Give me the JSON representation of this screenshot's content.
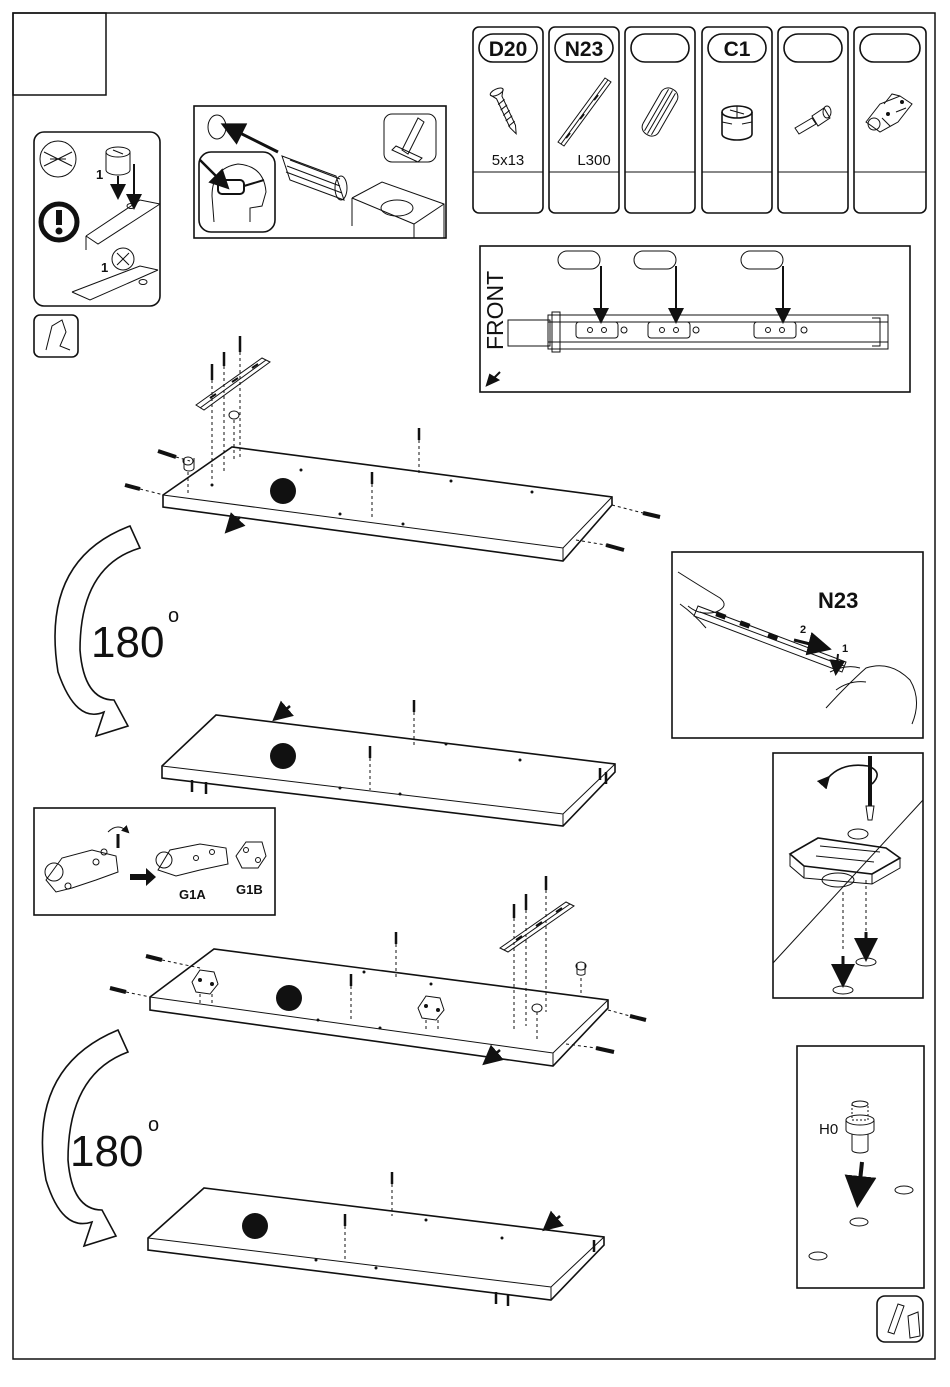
{
  "parts": {
    "p1": {
      "code": "D20",
      "size": "5x13"
    },
    "p2": {
      "code": "N23",
      "size": "L300"
    },
    "p3": {
      "code": "",
      "size": ""
    },
    "p4": {
      "code": "C1",
      "size": ""
    },
    "p5": {
      "code": "",
      "size": ""
    },
    "p6": {
      "code": "",
      "size": ""
    }
  },
  "cam_inset": {
    "num_top": "1",
    "num_bottom": "1"
  },
  "front_diagram": {
    "label": "FRONT"
  },
  "rail_inset": {
    "label": "N23",
    "step_1": "1",
    "step_2": "2"
  },
  "hinge_inset": {
    "label_a": "G1A",
    "label_b": "G1B"
  },
  "rotation": {
    "first": "180",
    "second": "180",
    "degree_symbol": "o"
  },
  "peg_inset": {
    "label": "H0"
  }
}
